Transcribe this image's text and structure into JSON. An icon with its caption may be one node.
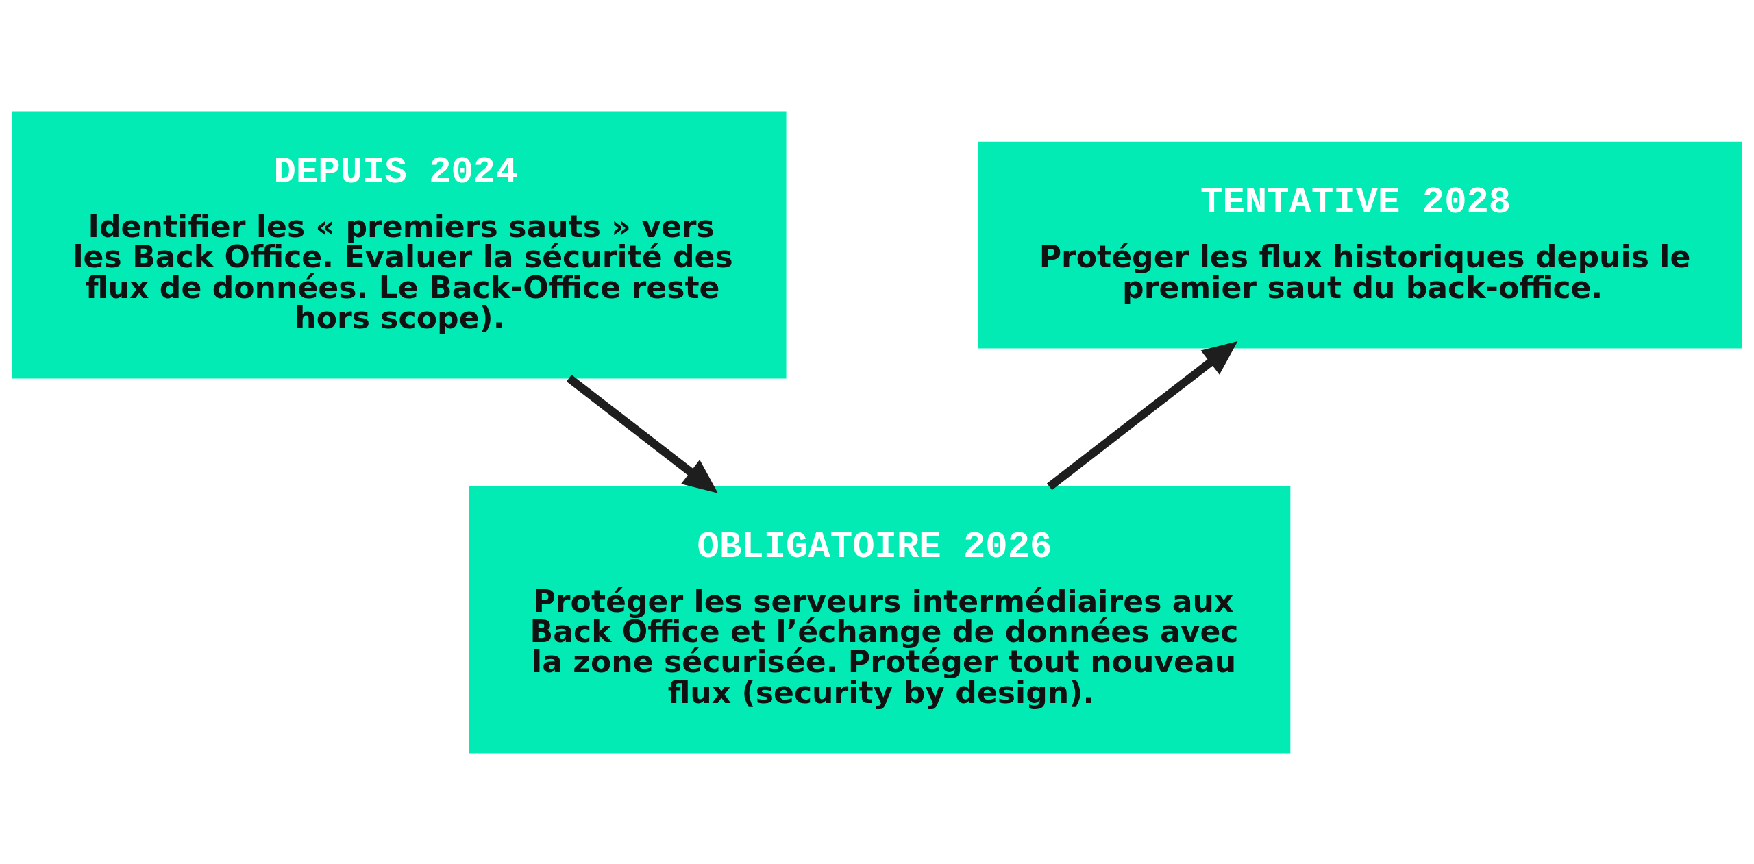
{
  "diagram": {
    "nodes": [
      {
        "text": [
          "DEPUIS 2024",
          "Identifier les « premiers sauts » vers les Back Office. Evaluer la sécurité des flux de données. Le Back-Office reste hors scope)."
        ]
      },
      {
        "text": [
          "TENTATIVE 2028",
          "Protéger les flux historiques depuis le premier saut du back-office."
        ]
      },
      {
        "text": [
          "OBLIGATOIRE 2026",
          "Protéger les serveurs intermédiaires aux Back Office et l’échange de données avec la zone sécurisée. Protéger tout nouveau flux (security by design)."
        ]
      }
    ],
    "edges": [
      {
        "from": 0,
        "to": 2,
        "arrow": "to"
      },
      {
        "from": 2,
        "to": 1,
        "arrow": "to"
      }
    ]
  }
}
